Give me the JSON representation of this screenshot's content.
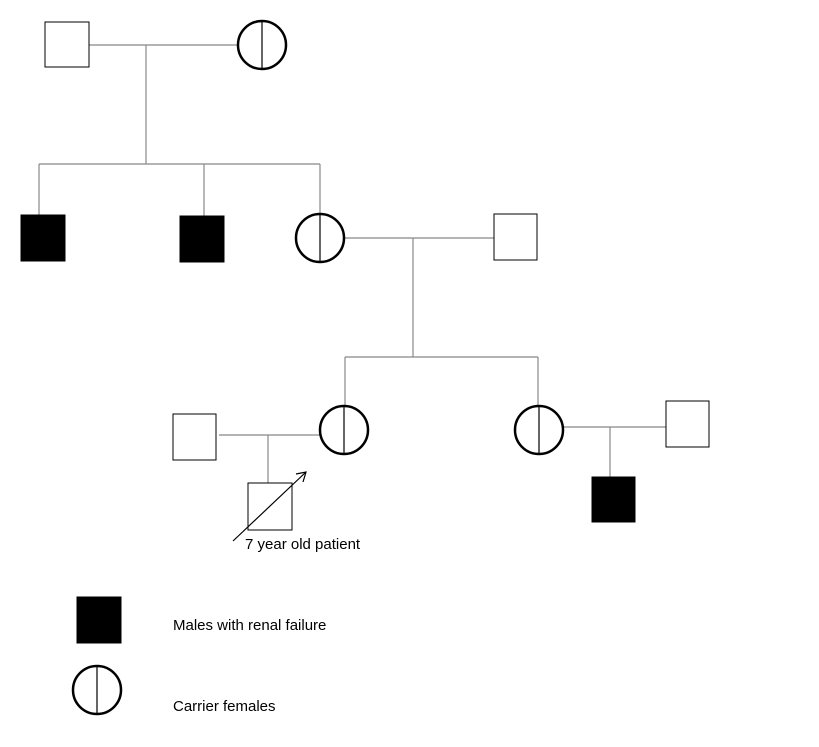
{
  "annotation": {
    "patient_label": "7 year old patient"
  },
  "legend": {
    "affected_label": "Males with renal failure",
    "carrier_label": "Carrier females"
  },
  "colors": {
    "stroke": "#000000",
    "line": "#888888",
    "affected_fill": "#000000",
    "background": "#ffffff"
  }
}
